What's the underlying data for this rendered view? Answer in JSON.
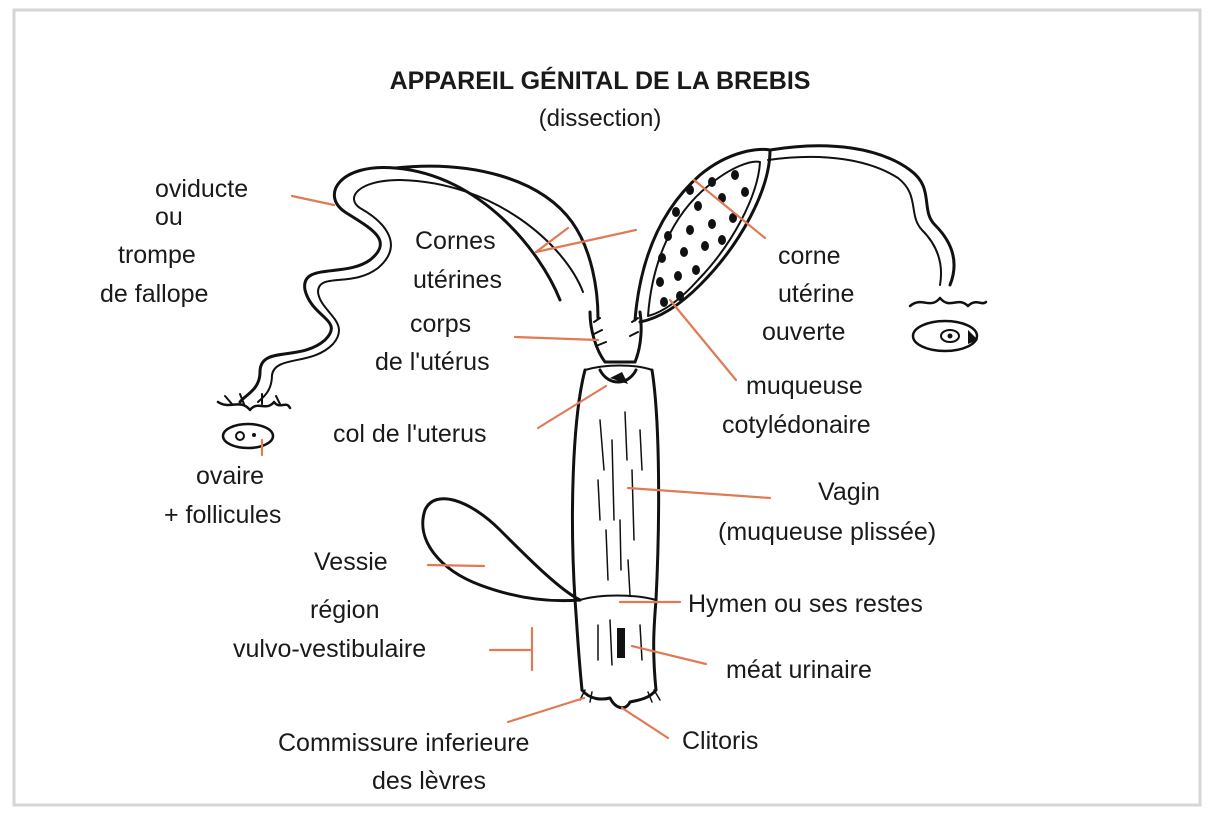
{
  "title": "APPAREIL GÉNITAL DE LA BREBIS",
  "subtitle": "(dissection)",
  "labels": {
    "oviducte": [
      "oviducte",
      "ou",
      "trompe",
      "de fallope"
    ],
    "ovaire": [
      "ovaire",
      "+ follicules"
    ],
    "cornes": [
      "Cornes",
      "utérines"
    ],
    "corps": [
      "corps",
      "de l'utérus"
    ],
    "col": "col de l'uterus",
    "vessie": "Vessie",
    "region": [
      "région",
      "vulvo-vestibulaire"
    ],
    "commissure": [
      "Commissure inferieure",
      "des lèvres"
    ],
    "corne_ouverte": [
      "corne",
      "utérine",
      "ouverte"
    ],
    "muqueuse_cotyl": [
      "muqueuse",
      "cotylédonaire"
    ],
    "vagin": [
      "Vagin",
      "(muqueuse plissée)"
    ],
    "hymen": "Hymen ou ses restes",
    "meat": "méat urinaire",
    "clitoris": "Clitoris"
  },
  "colors": {
    "leader": "#e07a55",
    "ink": "#111111",
    "border": "#d6d6d6"
  }
}
